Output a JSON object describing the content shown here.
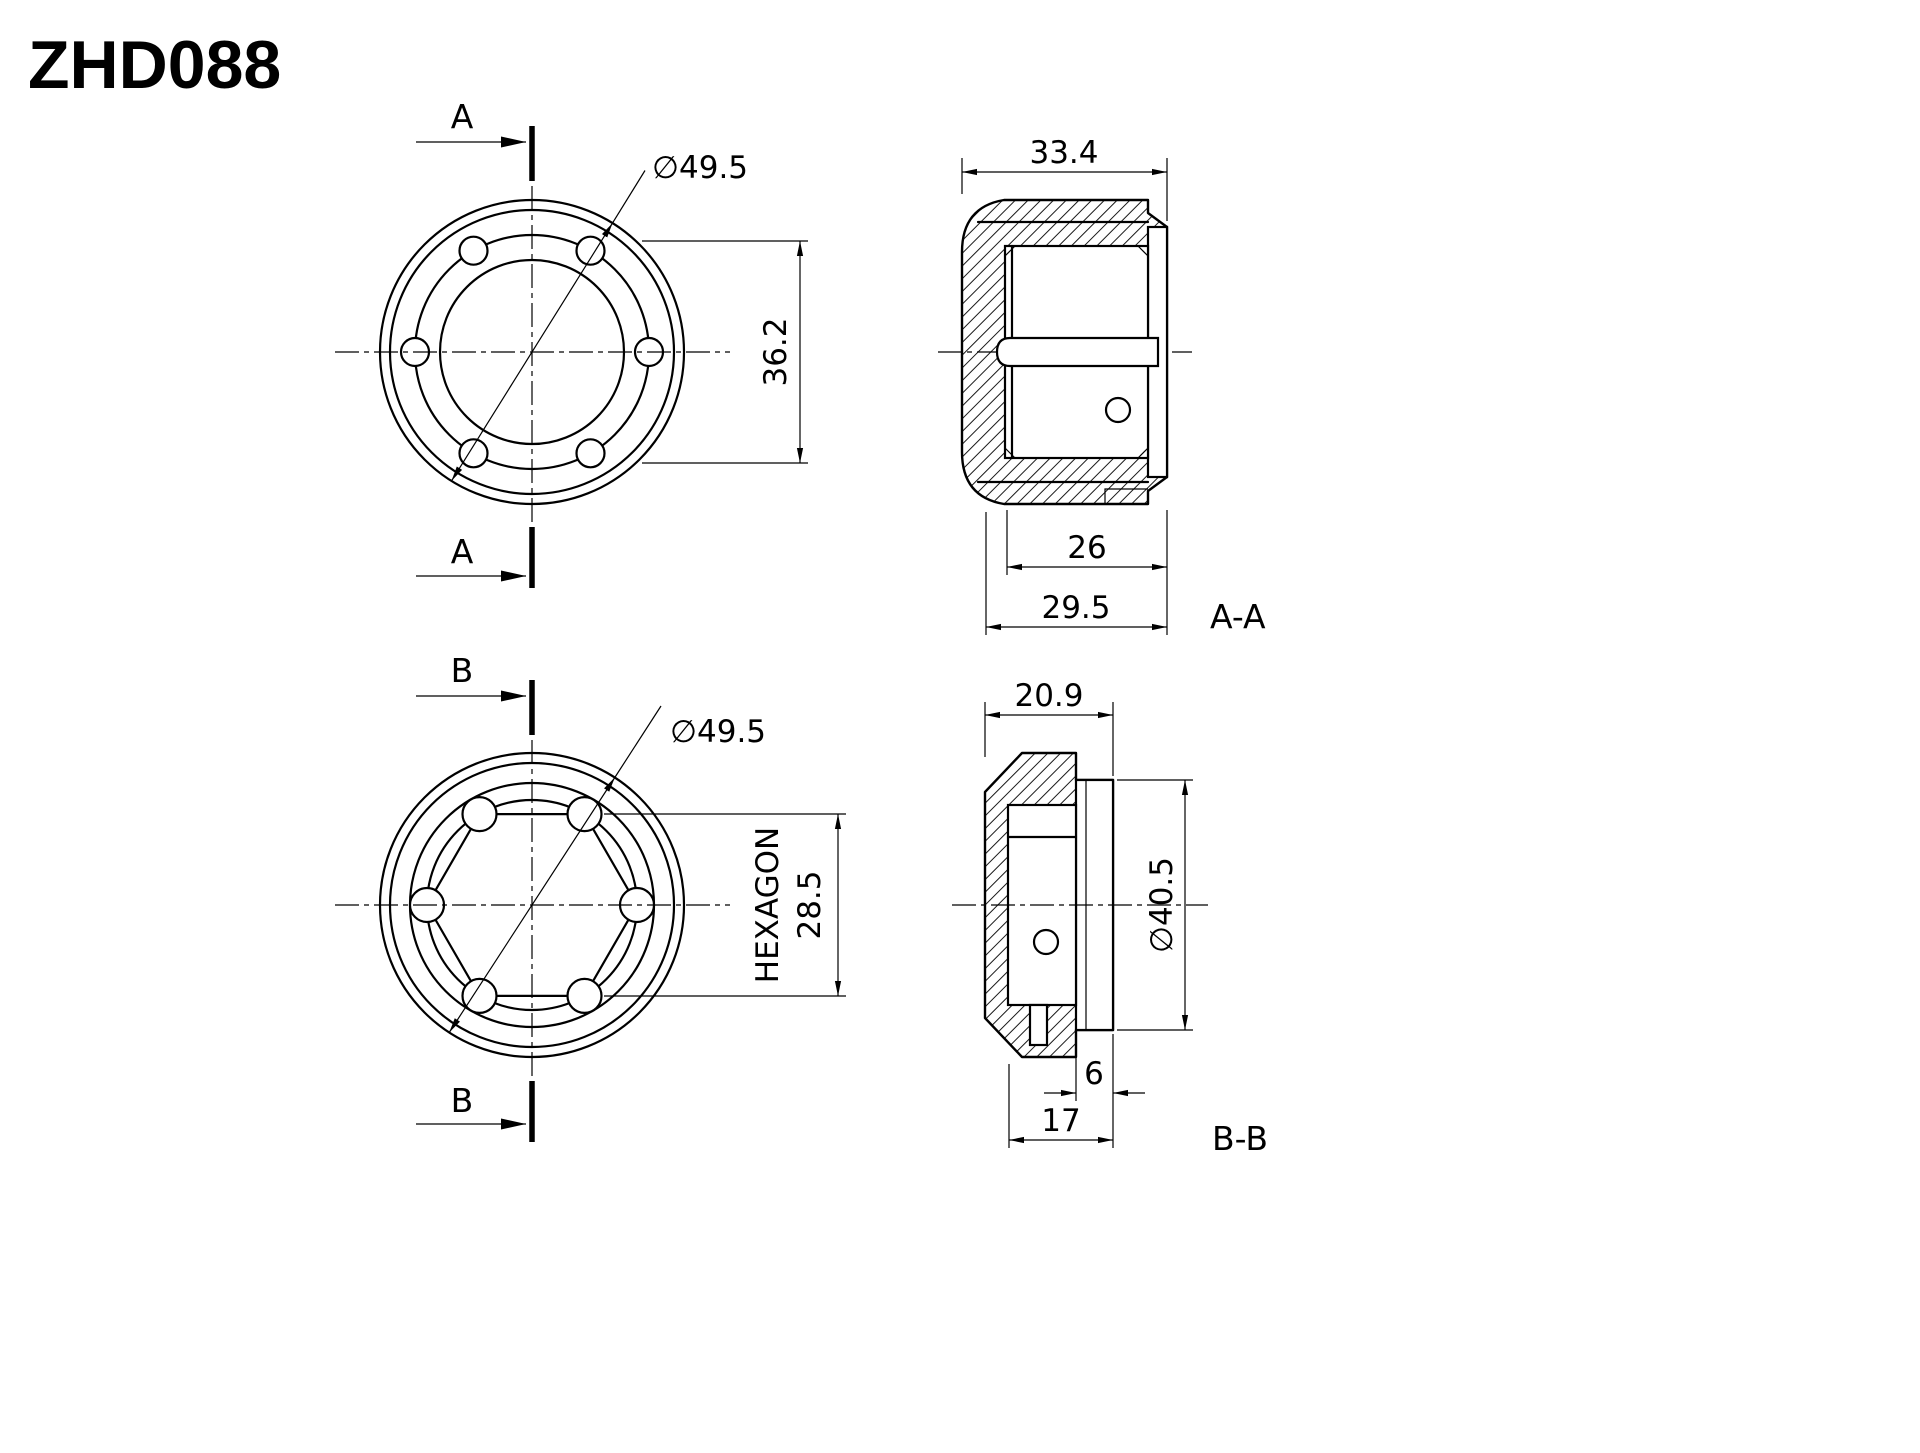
{
  "title": "ZHD088",
  "colors": {
    "line": "#000000",
    "background": "#ffffff"
  },
  "views": {
    "front_a": {
      "section_label_top": "A",
      "section_label_bottom": "A",
      "dim_diameter": "∅49.5",
      "dim_height": "36.2"
    },
    "section_aa": {
      "label": "A-A",
      "dim_overall_width": "33.4",
      "dim_bore": "26",
      "dim_depth": "29.5"
    },
    "front_b": {
      "section_label_top": "B",
      "section_label_bottom": "B",
      "dim_diameter": "∅49.5",
      "hexagon_label": "HEXAGON",
      "dim_across_flats": "28.5"
    },
    "section_bb": {
      "label": "B-B",
      "dim_overall_width": "20.9",
      "dim_flange_diameter": "∅40.5",
      "dim_flange_thickness": "6",
      "dim_depth": "17"
    }
  }
}
